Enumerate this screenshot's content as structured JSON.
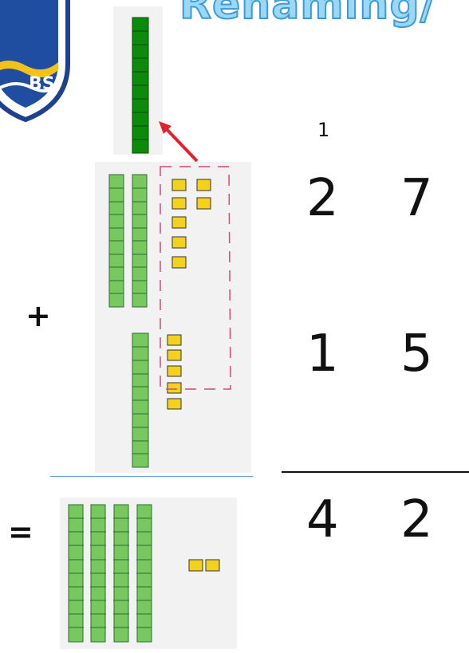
{
  "title_text": "Renaming/",
  "logo": {
    "visible_text": "BS"
  },
  "addition": {
    "carry_digit": "1",
    "addend1": {
      "tens": "2",
      "ones": "7"
    },
    "addend2": {
      "tens": "1",
      "ones": "5"
    },
    "result": {
      "tens": "4",
      "ones": "2"
    },
    "plus_sign": "+",
    "equals_sign": "="
  },
  "blocks": {
    "addend1": {
      "tens_rods": 2,
      "ones_cubes": 7
    },
    "addend2": {
      "tens_rods": 1,
      "ones_cubes": 5
    },
    "regrouped_ten": {
      "tens_rods": 1
    },
    "result": {
      "tens_rods": 4,
      "ones_cubes": 2
    }
  },
  "colors": {
    "rod_green": "#77c95f",
    "rod_dark_green": "#0b8a0b",
    "cube_yellow": "#f4d21c",
    "arrow_red": "#e5202a",
    "dashed_pink": "#d04a7a",
    "title_blue": "#9ad8f7",
    "logo_navy": "#1f3f8f"
  }
}
